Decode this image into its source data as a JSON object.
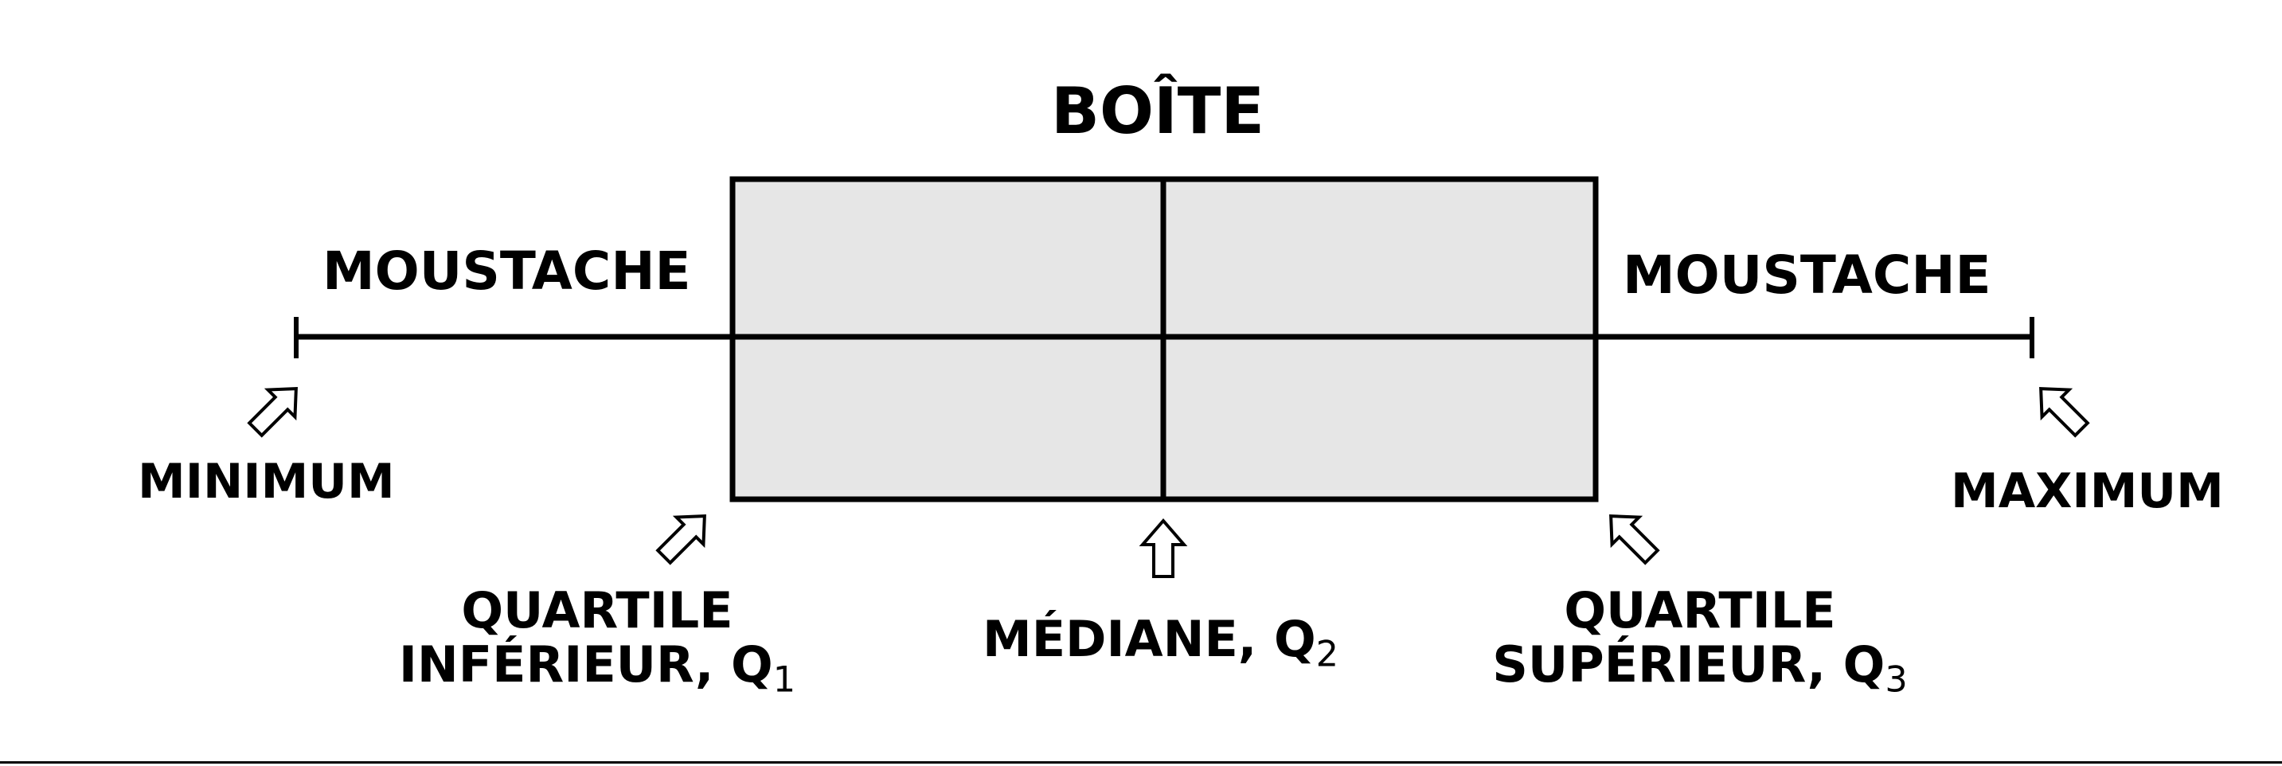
{
  "diagram": {
    "box_title": "BOÎTE",
    "whisker_left_label": "MOUSTACHE",
    "whisker_right_label": "MOUSTACHE",
    "minimum_label": "MINIMUM",
    "maximum_label": "MAXIMUM",
    "lower_quartile": {
      "line1": "QUARTILE",
      "line2": "INFÉRIEUR, Q",
      "subscript": "1"
    },
    "median": {
      "text": "MÉDIANE, Q",
      "subscript": "2"
    },
    "upper_quartile": {
      "line1": "QUARTILE",
      "line2": "SUPÉRIEUR, Q",
      "subscript": "3"
    },
    "colors": {
      "box_fill": "#e6e6e6",
      "stroke": "#000000",
      "background": "#ffffff"
    }
  }
}
